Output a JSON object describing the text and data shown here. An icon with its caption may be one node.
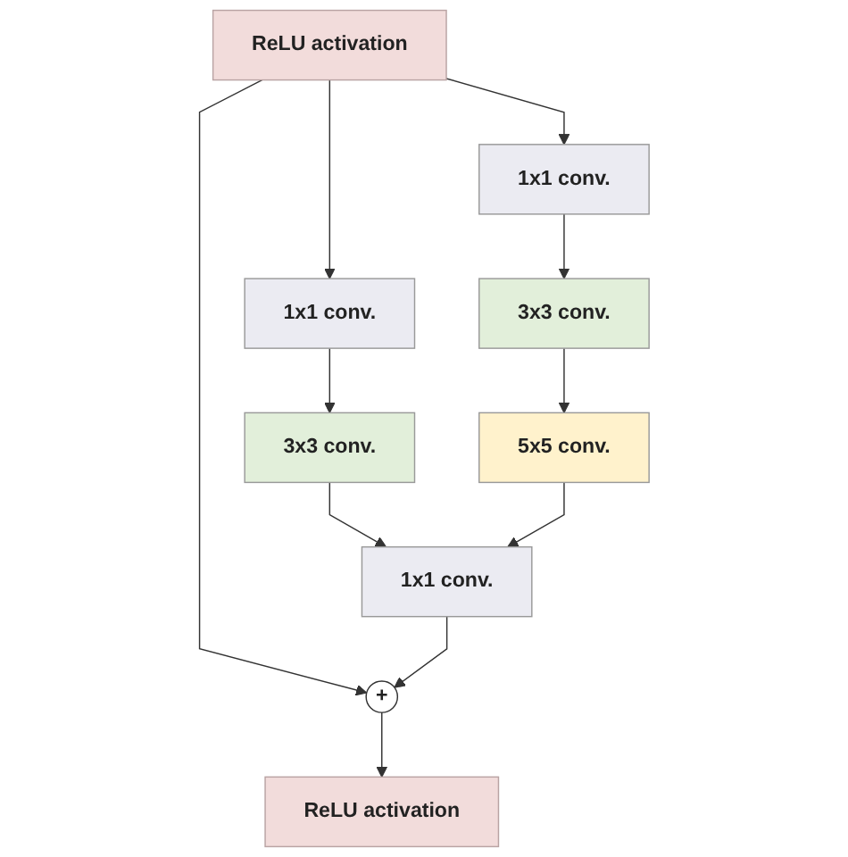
{
  "diagram": {
    "nodes": [
      {
        "text": [
          "ReLU activation"
        ]
      },
      {
        "text": [
          "1x1 conv."
        ]
      },
      {
        "text": [
          "1x1 conv."
        ]
      },
      {
        "text": [
          "3x3 conv."
        ]
      },
      {
        "text": [
          "3x3 conv."
        ]
      },
      {
        "text": [
          "5x5 conv."
        ]
      },
      {
        "text": [
          "1x1 conv."
        ]
      },
      {
        "text": [
          "+"
        ]
      },
      {
        "text": [
          "ReLU activation"
        ]
      }
    ],
    "edges": [
      {
        "from": 0,
        "to": 7,
        "arrow": "to"
      },
      {
        "from": 0,
        "to": 1,
        "arrow": "to"
      },
      {
        "from": 0,
        "to": 2,
        "arrow": "to"
      },
      {
        "from": 1,
        "to": 3,
        "arrow": "to"
      },
      {
        "from": 2,
        "to": 4,
        "arrow": "to"
      },
      {
        "from": 4,
        "to": 5,
        "arrow": "to"
      },
      {
        "from": 3,
        "to": 6,
        "arrow": "to"
      },
      {
        "from": 5,
        "to": 6,
        "arrow": "to"
      },
      {
        "from": 6,
        "to": 7,
        "arrow": "to"
      },
      {
        "from": 7,
        "to": 8,
        "arrow": "to"
      }
    ]
  }
}
